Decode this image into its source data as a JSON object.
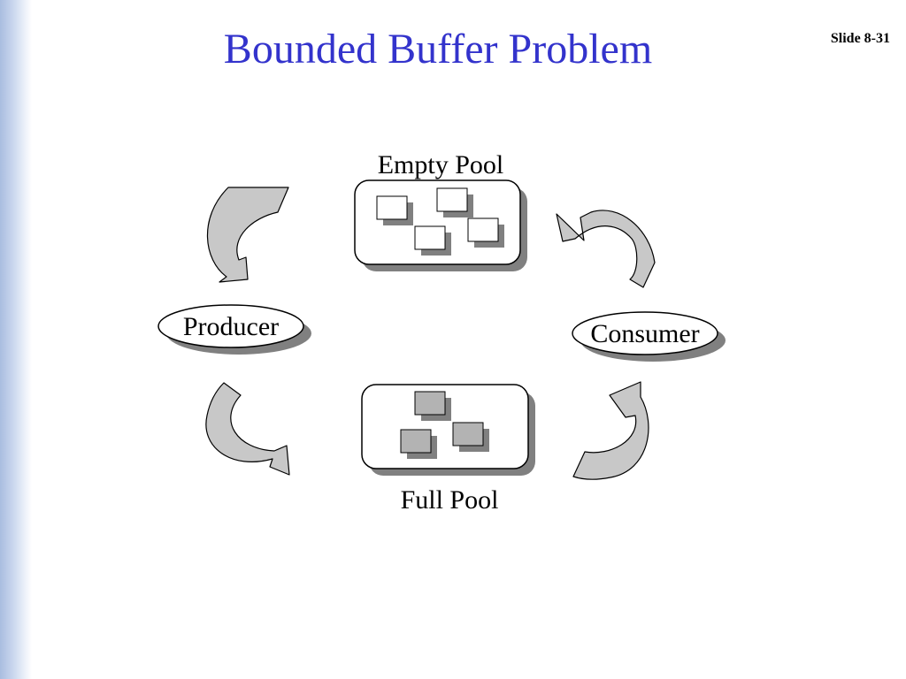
{
  "slide": {
    "title": "Bounded Buffer Problem",
    "number": "Slide 8-31"
  },
  "diagram": {
    "empty_pool_label": "Empty Pool",
    "full_pool_label": "Full Pool",
    "producer_label": "Producer",
    "consumer_label": "Consumer"
  },
  "colors": {
    "title": "#3333cc",
    "shadow": "#808080",
    "arrow_fill": "#c8c8c8",
    "full_buffer": "#b3b3b3"
  }
}
